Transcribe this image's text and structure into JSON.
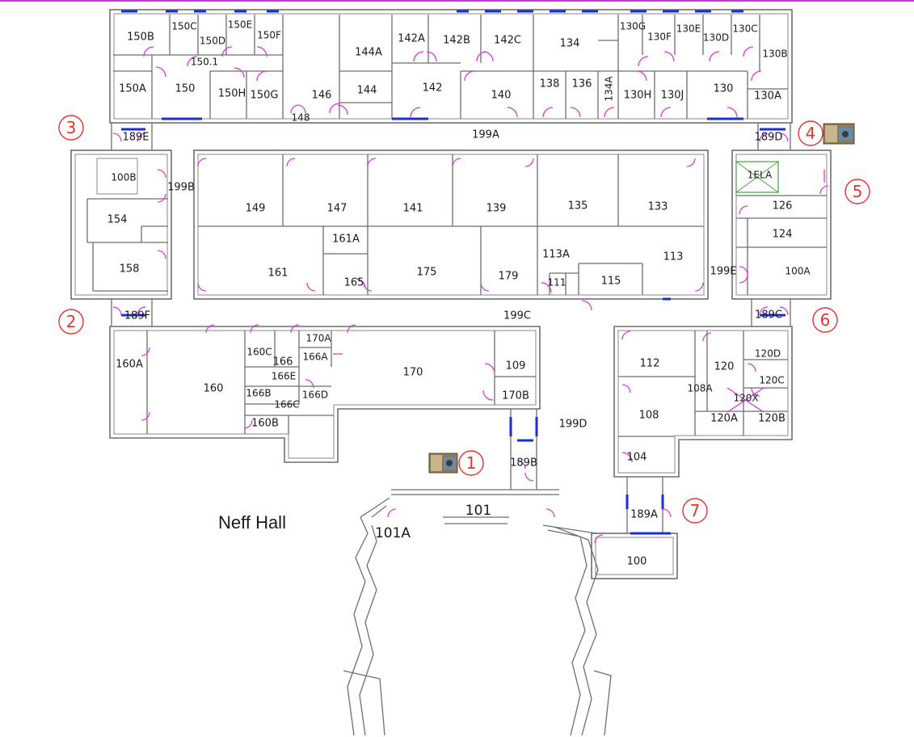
{
  "building_name": "Neff Hall",
  "accent_color": "#d63bd8",
  "marker_color": "#e8322e",
  "glazing_color": "#1a2fd1",
  "rooms": {
    "r150B": "150B",
    "r150C": "150C",
    "r150D": "150D",
    "r150E": "150E",
    "r150F": "150F",
    "r150_1": "150.1",
    "r150A": "150A",
    "r150": "150",
    "r150H": "150H",
    "r150G": "150G",
    "r146": "146",
    "r148": "148",
    "r144A": "144A",
    "r144": "144",
    "r142A": "142A",
    "r142B": "142B",
    "r142C": "142C",
    "r142": "142",
    "r140": "140",
    "r134": "134",
    "r138": "138",
    "r136": "136",
    "r134A": "134A",
    "r130G": "130G",
    "r130F": "130F",
    "r130E": "130E",
    "r130D": "130D",
    "r130C": "130C",
    "r130B": "130B",
    "r130H": "130H",
    "r130J": "130J",
    "r130": "130",
    "r130A": "130A",
    "r199A": "199A",
    "r189E": "189E",
    "r189D": "189D",
    "r100B": "100B",
    "r199B": "199B",
    "r154": "154",
    "r158": "158",
    "r149": "149",
    "r147": "147",
    "r141": "141",
    "r139": "139",
    "r135": "135",
    "r133": "133",
    "r1ELA": "1ELA",
    "r126": "126",
    "r124": "124",
    "r161A": "161A",
    "r161": "161",
    "r165": "165",
    "r175": "175",
    "r179": "179",
    "r113A": "113A",
    "r113": "113",
    "r111": "111",
    "r115": "115",
    "r199E": "199E",
    "r100A": "100A",
    "r189F": "189F",
    "r199C": "199C",
    "r189C": "189C",
    "r170A": "170A",
    "r160C": "160C",
    "r166A": "166A",
    "r166": "166",
    "r160A": "160A",
    "r170": "170",
    "r109": "109",
    "r166E": "166E",
    "r160": "160",
    "r166B": "166B",
    "r166D": "166D",
    "r170B": "170B",
    "r166C": "166C",
    "r160B": "160B",
    "r112": "112",
    "r120": "120",
    "r120D": "120D",
    "r120C": "120C",
    "r108A": "108A",
    "r120X": "120X",
    "r108": "108",
    "r120A": "120A",
    "r120B": "120B",
    "r199D": "199D",
    "r104": "104",
    "r189B": "189B",
    "r189A": "189A",
    "r101": "101",
    "r101A": "101A",
    "r100": "100"
  },
  "markers": [
    "1",
    "2",
    "3",
    "4",
    "5",
    "6",
    "7"
  ],
  "camera_thumbnails": [
    "camera-view-thumbnail-1",
    "camera-view-thumbnail-4"
  ]
}
